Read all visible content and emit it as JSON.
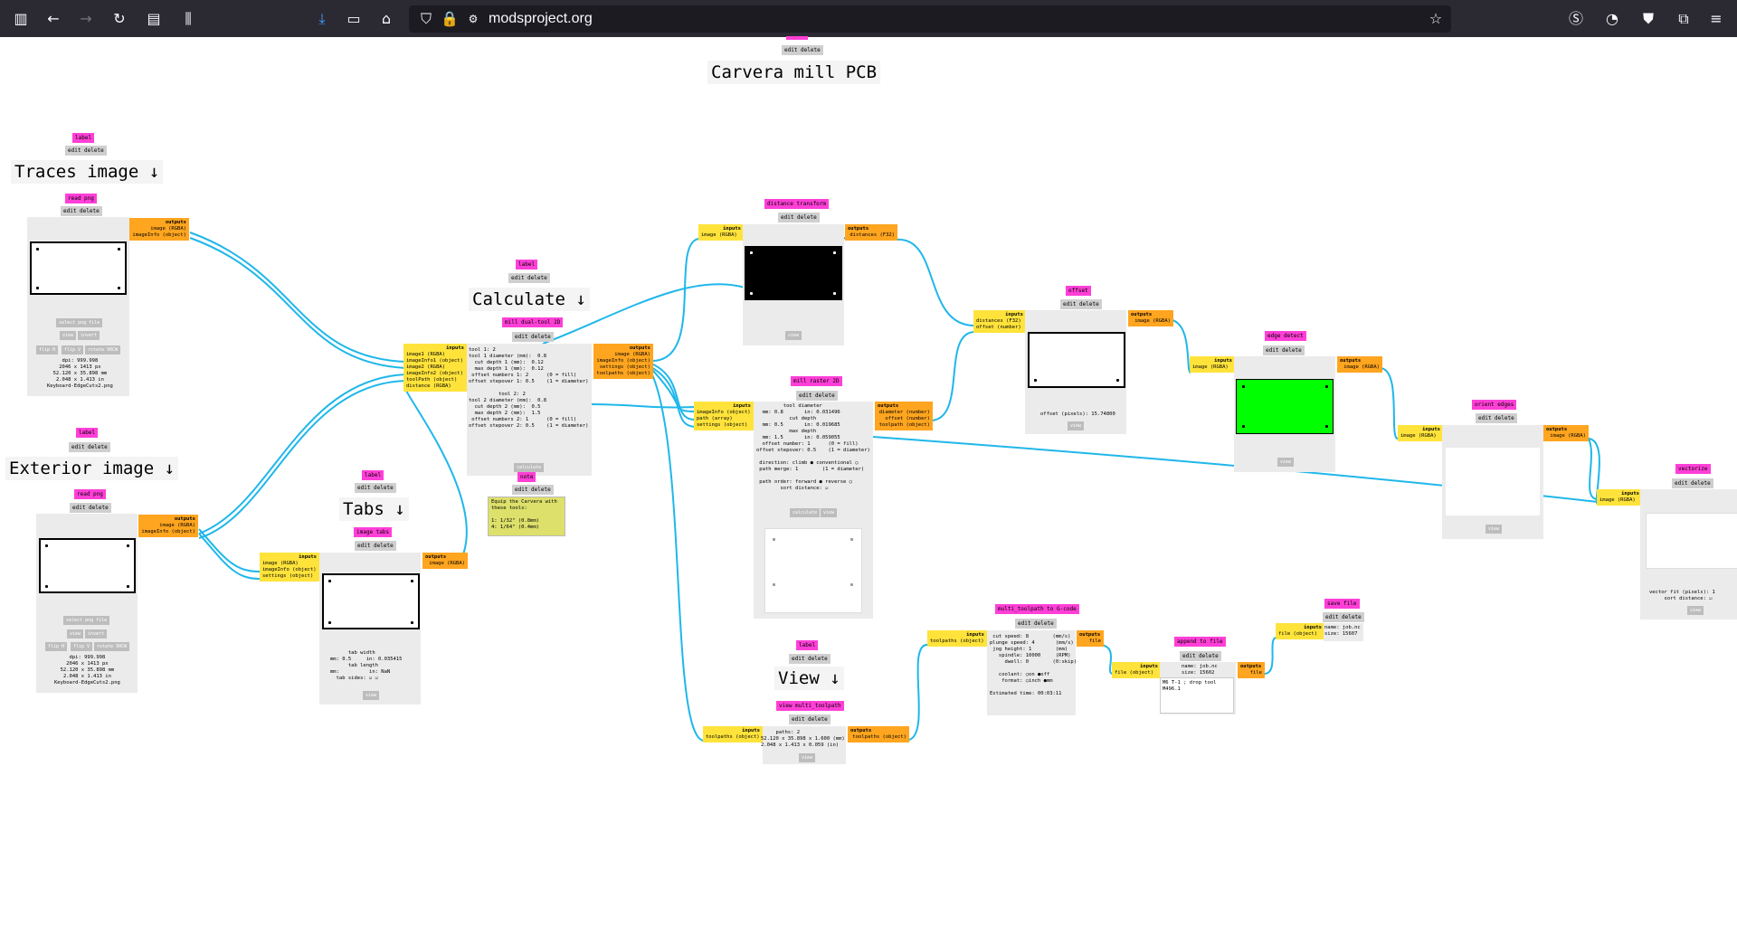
{
  "browser": {
    "url": "modsproject.org"
  },
  "title_node": {
    "title_text": "Carvera mill PCB",
    "edit": "edit delete"
  },
  "labels": {
    "traces": {
      "tag": "label",
      "edit": "edit delete",
      "text": "Traces image ↓"
    },
    "exterior": {
      "tag": "label",
      "edit": "edit delete",
      "text": "Exterior image ↓"
    },
    "calculate": {
      "tag": "label",
      "edit": "edit delete",
      "text": "Calculate ↓"
    },
    "tabs": {
      "tag": "label",
      "edit": "edit delete",
      "text": "Tabs ↓"
    },
    "view": {
      "tag": "label",
      "edit": "edit delete",
      "text": "View ↓"
    }
  },
  "read_png_1": {
    "title": "read png",
    "edit": "edit delete",
    "outputs": [
      "outputs",
      "image (RGBA)",
      "imageInfo (object)"
    ],
    "buttons": [
      "select png file",
      "view",
      "invert",
      "flip H",
      "flip V",
      "rotate 90CW"
    ],
    "info": "dpi: 999.998\n2046 x 1413 px\n52.120 x 35.898 mm\n2.048 x 1.413 in\nKeyboard-EdgeCuts2.png"
  },
  "read_png_2": {
    "title": "read png",
    "edit": "edit delete",
    "outputs": [
      "outputs",
      "image (RGBA)",
      "imageInfo (object)"
    ],
    "buttons": [
      "select png file",
      "view",
      "invert",
      "flip H",
      "flip V",
      "rotate 90CW"
    ],
    "info": "dpi: 999.998\n2046 x 1413 px\n52.120 x 35.898 mm\n2.048 x 1.413 in\nKeyboard-EdgeCuts2.png"
  },
  "mill_dual": {
    "title": "mill dual-tool 2D",
    "edit": "edit delete",
    "inputs": [
      "inputs",
      "image1 (RGBA)",
      "imageInfo1 (object)",
      "image2 (RGBA)",
      "imageInfo2 (object)",
      "toolPath (object)",
      "distance (RGBA)"
    ],
    "outputs": [
      "outputs",
      "image (RGBA)",
      "imageInfo (object)",
      "settings (object)",
      "toolpaths (object)"
    ],
    "body": "tool 1: 2\ntool 1 diameter (mm):  0.8\n  cut depth 1 (mm):  0.12\n  max depth 1 (mm):  0.12\n offset numbers 1: 2      (0 = fill)\noffset stepover 1: 0.5    (1 = diameter)\n\n          tool 2: 2\ntool 2 diameter (mm):  0.8\n  cut depth 2 (mm):  0.5\n  max depth 2 (mm):  1.5\n offset numbers 2: 1      (0 = fill)\noffset stepover 2: 0.5    (1 = diameter)",
    "button": "calculate"
  },
  "note": {
    "title": "note",
    "edit": "edit delete",
    "text": "Equip the Carvera with\nthese tools:\n\n1: 1/32\" (0.8mm)\n4: 1/64\" (0.4mm)"
  },
  "image_tabs": {
    "title": "image tabs",
    "edit": "edit delete",
    "inputs": [
      "inputs",
      "image (RGBA)",
      "imageInfo (object)",
      "settings (object)"
    ],
    "outputs": [
      "outputs",
      "image (RGBA)"
    ],
    "body": "      tab width\nmm: 0.5     in: 0.035415\n      tab length\nmm:          in: NaN\n  tab sides: ☑ ☑",
    "button": "view"
  },
  "distance_transform": {
    "title": "distance transform",
    "edit": "edit delete",
    "inputs": [
      "inputs",
      "image (RGBA)"
    ],
    "outputs": [
      "outputs",
      "distances (F32)"
    ],
    "button": "view"
  },
  "mill_raster": {
    "title": "mill raster 2D",
    "edit": "edit delete",
    "inputs": [
      "inputs",
      "imageInfo (object)",
      "path (array)",
      "settings (object)"
    ],
    "outputs": [
      "outputs",
      "diameter (number)",
      "offset (number)",
      "toolpath (object)"
    ],
    "body": "         tool diameter\n  mm: 0.8       in: 0.031496\n           cut depth\n  mm: 0.5       in: 0.019685\n           max depth\n  mm: 1.5       in: 0.059055\n  offset number: 1      (0 = fill)\noffset stepover: 0.5    (1 = diameter)\n\n direction: climb ● conventional ○\n path merge: 1        (1 = diameter)\n\n path order: forward ● reverse ○\n        sort distance: ☑",
    "buttons": [
      "calculate",
      "view"
    ]
  },
  "offset": {
    "title": "offset",
    "edit": "edit delete",
    "inputs": [
      "inputs",
      "distances (F32)",
      "offset (number)"
    ],
    "outputs": [
      "outputs",
      "image (RGBA)"
    ],
    "body": "offset (pixels): 15.74800",
    "button": "view"
  },
  "edge_detect": {
    "title": "edge detect",
    "edit": "edit delete",
    "inputs": [
      "inputs",
      "image (RGBA)"
    ],
    "outputs": [
      "outputs",
      "image (RGBA)"
    ],
    "button": "view"
  },
  "orient_edges": {
    "title": "orient edges",
    "edit": "edit delete",
    "inputs": [
      "inputs",
      "image (RGBA)"
    ],
    "outputs": [
      "outputs",
      "image (RGBA)"
    ],
    "button": "view"
  },
  "vectorize": {
    "title": "vectorize",
    "edit": "edit delete",
    "inputs": [
      "inputs",
      "image (RGBA)"
    ],
    "body": "vector fit (pixels): 1\n     sort distance: ☑",
    "button": "view"
  },
  "view_toolpath": {
    "title": "view multi_toolpath",
    "edit": "edit delete",
    "inputs": [
      "inputs",
      "toolpaths (object)"
    ],
    "outputs": [
      "outputs",
      "toolpaths (object)"
    ],
    "body": "     paths: 2\n52.120 x 35.898 x 1.600 (mm)\n2.048 x 1.413 x 0.059 (in)",
    "button": "view"
  },
  "gcode": {
    "title": "multi_toolpath to G-code",
    "edit": "edit delete",
    "inputs": [
      "inputs",
      "toolpaths (object)"
    ],
    "outputs": [
      "outputs",
      "file"
    ],
    "body": " cut speed: 8        (mm/s)\nplunge speed: 4       (mm/s)\n jog height: 1        (mm)\n   spindle: 10000     (RPM)\n     dwell: 0        (0:skip)\n\n   coolant: ○on ●off\n    format: ○inch ●mm\n\nEstimated time: 00:03:11"
  },
  "append": {
    "title": "append to file",
    "edit": "edit delete",
    "inputs": [
      "inputs",
      "file (object)"
    ],
    "outputs": [
      "outputs",
      "file"
    ],
    "body": "name: job.nc\nsize: 15602",
    "text": "M6 T-1 ; drop tool\nM496.1"
  },
  "save_file": {
    "title": "save file",
    "edit": "edit delete",
    "inputs": [
      "inputs",
      "file (object)"
    ],
    "body": "name: job.nc\nsize: 15607"
  },
  "colors": {
    "title_tag": "#ff3fd7",
    "inputs": "#ffe33b",
    "outputs": "#ffa51f",
    "wire": "#1fb7ea",
    "module_bg": "#ebebeb",
    "green_preview": "#00ff00"
  }
}
